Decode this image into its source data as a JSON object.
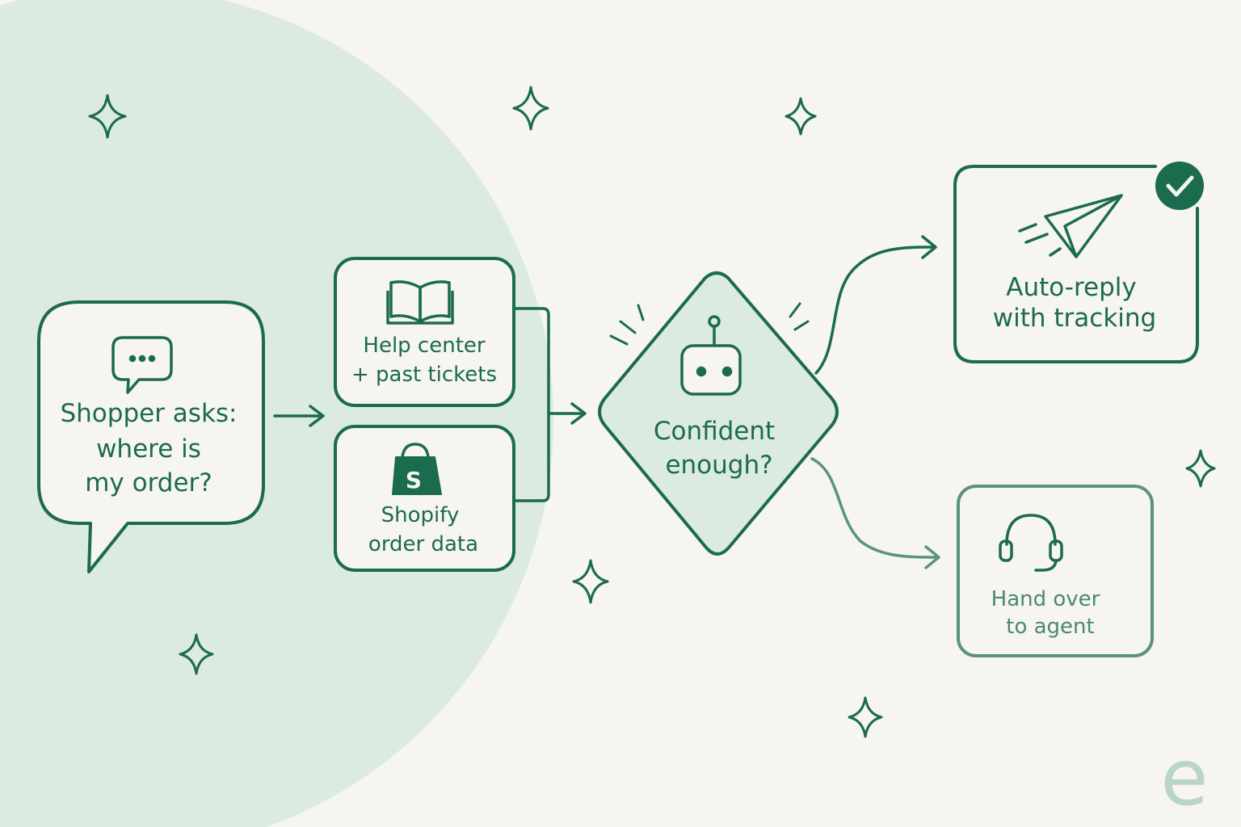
{
  "nodes": {
    "question": {
      "lines": [
        "Shopper asks:",
        "where is",
        "my order?"
      ],
      "icon": "chat-bubble-icon"
    },
    "help_center": {
      "lines": [
        "Help center",
        "+ past tickets"
      ],
      "icon": "open-book-icon"
    },
    "shopify": {
      "lines": [
        "Shopify",
        "order data"
      ],
      "icon": "shopify-bag-icon",
      "icon_letter": "S"
    },
    "decision": {
      "lines": [
        "Confident",
        "enough?"
      ],
      "icon": "robot-icon"
    },
    "auto_reply": {
      "lines": [
        "Auto-reply",
        "with tracking"
      ],
      "icon": "paper-plane-icon",
      "badge": "check-icon"
    },
    "handover": {
      "lines": [
        "Hand over",
        "to agent"
      ],
      "icon": "headset-icon"
    }
  },
  "watermark_letter": "e",
  "colors": {
    "ink": "#1b6b4e",
    "ink_muted": "#5b9479",
    "mint": "#dcebe0",
    "background": "#f6f5f0"
  }
}
